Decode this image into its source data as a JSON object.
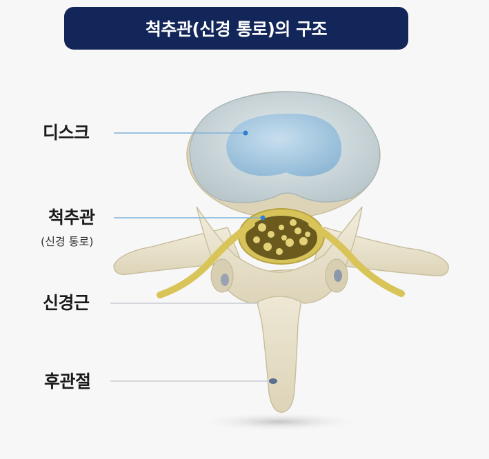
{
  "title": "척추관(신경 통로)의 구조",
  "labels": {
    "disc": "디스크",
    "canal": "척추관",
    "canal_sub": "(신경 통로)",
    "nerve_root": "신경근",
    "facet_joint": "후관절"
  },
  "colors": {
    "title_bg": "#13265a",
    "bone": "#ede7d4",
    "disc_outer": "#cfd9dc",
    "disc_inner": "#a7c8df",
    "nerve": "#d9c45a",
    "leader_line": "#7fb3d9",
    "marker": "#2e7fd1"
  }
}
